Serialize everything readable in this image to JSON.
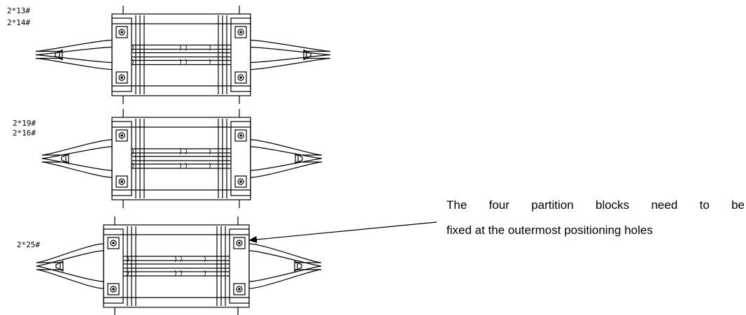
{
  "labels": {
    "assembly1": [
      "2*13#",
      "2*14#"
    ],
    "assembly2": [
      "2*19#",
      "2*16#"
    ],
    "assembly3": [
      "2*25#"
    ]
  },
  "annotation": {
    "line1": "The four partition blocks need to be",
    "line2": "fixed at the outermost positioning holes"
  }
}
